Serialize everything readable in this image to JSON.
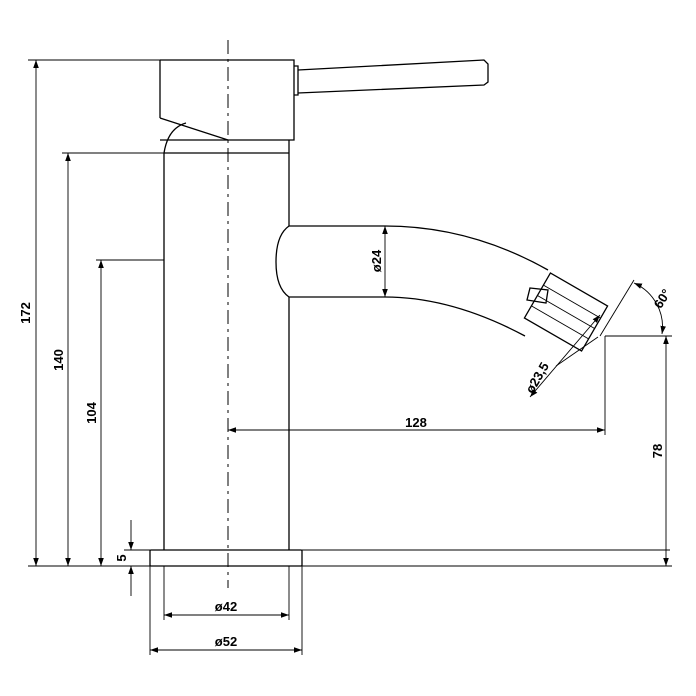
{
  "dimensions": {
    "total_height": "172",
    "spout_upper_height": "140",
    "spout_lower_height": "104",
    "base_thickness": "5",
    "base_inner_diameter": "ø42",
    "base_outer_diameter": "ø52",
    "spout_diameter": "ø24",
    "aerator_diameter": "ø23,5",
    "spout_reach": "128",
    "outlet_height": "78",
    "outlet_angle": "60°"
  }
}
